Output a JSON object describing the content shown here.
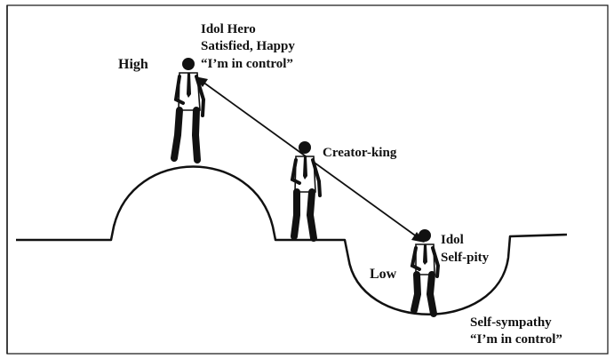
{
  "labels": {
    "idol_hero": "Idol Hero",
    "satisfied_happy": "Satisfied, Happy",
    "in_control_top": "“I’m in control”",
    "high": "High",
    "creator_king": "Creator-king",
    "idol": "Idol",
    "self_pity": "Self-pity",
    "low": "Low",
    "self_sympathy": "Self-sympathy",
    "in_control_bottom": "“I’m in control”"
  },
  "colors": {
    "ink": "#111111",
    "paper": "#ffffff"
  }
}
